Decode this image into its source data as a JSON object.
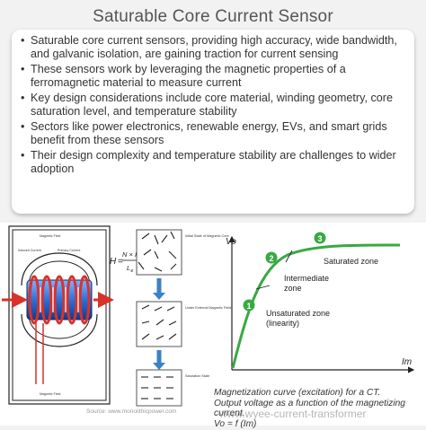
{
  "title": "Saturable Core Current Sensor",
  "bullets": [
    "Saturable core current sensors, providing high accuracy, wide bandwidth, and galvanic isolation, are gaining traction for current sensing",
    "These sensors work by leveraging the magnetic properties of a ferromagnetic material to measure current",
    "Key design considerations include core material, winding geometry, core saturation level, and temperature stability",
    "Sectors like power electronics, renewable energy, EVs, and smart grids benefit from these sensors",
    "Their design complexity and temperature stability are challenges to wider adoption"
  ],
  "sensor_diagram": {
    "labels": [
      "Magnetic Field",
      "Induced Current",
      "Primary Current",
      "Magnetic Field"
    ]
  },
  "domain_diagram": {
    "states": [
      "Initial State of Magnetic Core",
      "Under External Magnetic Field",
      "Saturation State"
    ],
    "formula": {
      "h": "H",
      "eq": "=",
      "num": "N × I",
      "den": "L",
      "den_sub": "e"
    }
  },
  "curve": {
    "y_axis_label": "Vo",
    "x_axis_label": "Im",
    "points": [
      {
        "num": "1",
        "label": "Unsaturated zone (linearity)"
      },
      {
        "num": "2",
        "label": "Intermediate zone"
      },
      {
        "num": "3",
        "label": "Saturated zone"
      }
    ],
    "colors": {
      "curve": "#3aa843",
      "marker": "#3aa843",
      "axis": "#222222"
    }
  },
  "caption": [
    "Magnetization curve (excitation) for a CT.",
    "Output voltage as a function of the magnetizing current.",
    "Vo = f (Im)"
  ],
  "watermark": "www.wyee-current-transformer",
  "credit": "Source: www.monolithicpower.com"
}
